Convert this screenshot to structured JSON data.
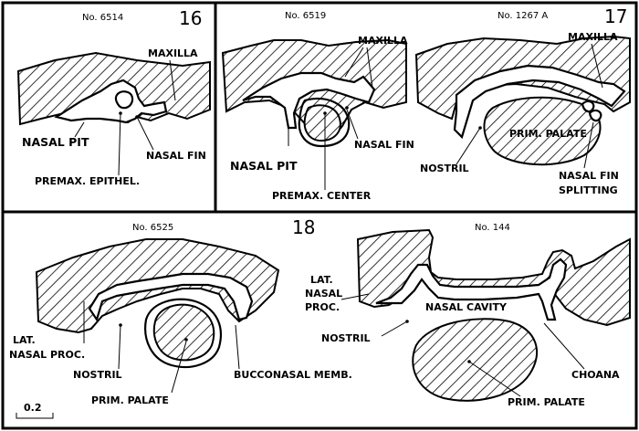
{
  "panels": {
    "p16": {
      "specimen": "No. 6514",
      "figure": "16",
      "labels": {
        "maxilla": "MAXILLA",
        "nasal_pit": "NASAL PIT",
        "nasal_fin": "NASAL FIN",
        "premax_epithel": "PREMAX. EPITHEL."
      }
    },
    "p6519": {
      "specimen": "No. 6519",
      "labels": {
        "maxilla": "MAXILLA",
        "nasal_pit": "NASAL PIT",
        "nasal_fin": "NASAL FIN",
        "premax_center": "PREMAX. CENTER"
      }
    },
    "p17": {
      "specimen": "No. 1267 A",
      "figure": "17",
      "labels": {
        "maxilla": "MAXILLA",
        "prim_palate": "PRIM. PALATE",
        "nostril": "NOSTRIL",
        "nasal_fin_splitting_1": "NASAL FIN",
        "nasal_fin_splitting_2": "SPLITTING"
      }
    },
    "p18a": {
      "specimen": "No. 6525",
      "figure": "18",
      "labels": {
        "lat_nasal_proc_1": "LAT.",
        "lat_nasal_proc_2": "NASAL PROC.",
        "nostril": "NOSTRIL",
        "prim_palate": "PRIM. PALATE",
        "bucconasal_memb": "BUCCONASAL MEMB."
      },
      "scale_label": "0.2"
    },
    "p18b": {
      "specimen": "No. 144",
      "labels": {
        "lat_1": "LAT.",
        "lat_2": "NASAL",
        "lat_3": "PROC.",
        "nasal_cavity": "NASAL CAVITY",
        "nostril": "NOSTRIL",
        "choana": "CHOANA",
        "prim_palate": "PRIM. PALATE"
      }
    }
  }
}
